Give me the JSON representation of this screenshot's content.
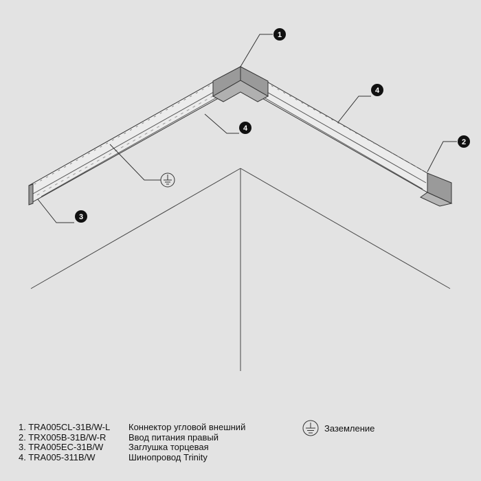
{
  "callouts": [
    "1",
    "2",
    "3",
    "4",
    "4"
  ],
  "legend": [
    {
      "code": "1.  TRA005CL-31B/W-L",
      "desc": "Коннектор угловой внешний"
    },
    {
      "code": "2. TRX005B-31B/W-R",
      "desc": "Ввод питания правый"
    },
    {
      "code": "3. TRA005EC-31B/W",
      "desc": "Заглушка торцевая"
    },
    {
      "code": "4. TRA005-311B/W",
      "desc": "Шинопровод Trinity"
    }
  ],
  "ground_label": "Заземление",
  "ground_icon": "ground-icon",
  "colors": {
    "background": "#e3e3e3",
    "lines": "#333333",
    "connector": "#9a9a9a"
  }
}
